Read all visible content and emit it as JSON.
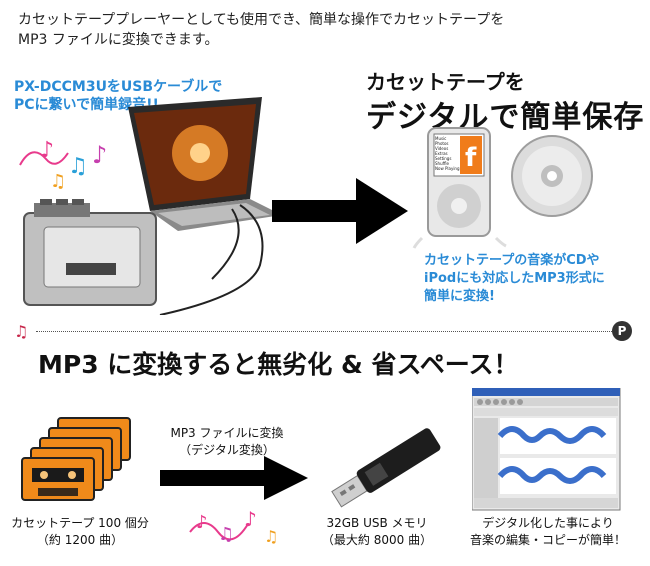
{
  "intro": {
    "line1": "カセットテーププレーヤーとしても使用でき、簡単な操作でカセットテープを",
    "line2": "MP3 ファイルに変換できます。"
  },
  "top_left_callout": {
    "line1": "PX-DCCM3UをUSBケーブルで",
    "line2": "PCに繋いで簡単録音!!"
  },
  "top_right_header": {
    "line1": "カセットテープを",
    "line2": "デジタルで簡単保存"
  },
  "top_right_desc": {
    "line1": "カセットテープの音楽がCDや",
    "line2": "iPodにも対応したMP3形式に",
    "line3": "簡単に変換!"
  },
  "section2": {
    "title": "MP3 に変換すると無劣化 & 省スペース！",
    "arrow_label1": "MP3 ファイルに変換",
    "arrow_label2": "（デジタル変換）",
    "cassettes_caption1": "カセットテープ 100 個分",
    "cassettes_caption2": "（約 1200 曲）",
    "usb_caption1": "32GB USB メモリ",
    "usb_caption2": "（最大約 8000 曲）",
    "editor_caption1": "デジタル化した事により",
    "editor_caption2": "音楽の編集・コピーが簡単！"
  },
  "ipod_menu": [
    "Music",
    "Photos",
    "Videos",
    "Extras",
    "Settings",
    "Shuffle",
    "Now Playing"
  ],
  "colors": {
    "blue_text": "#2a8bd6",
    "arrow": "#000000",
    "cassette_orange": "#f08a1a"
  }
}
